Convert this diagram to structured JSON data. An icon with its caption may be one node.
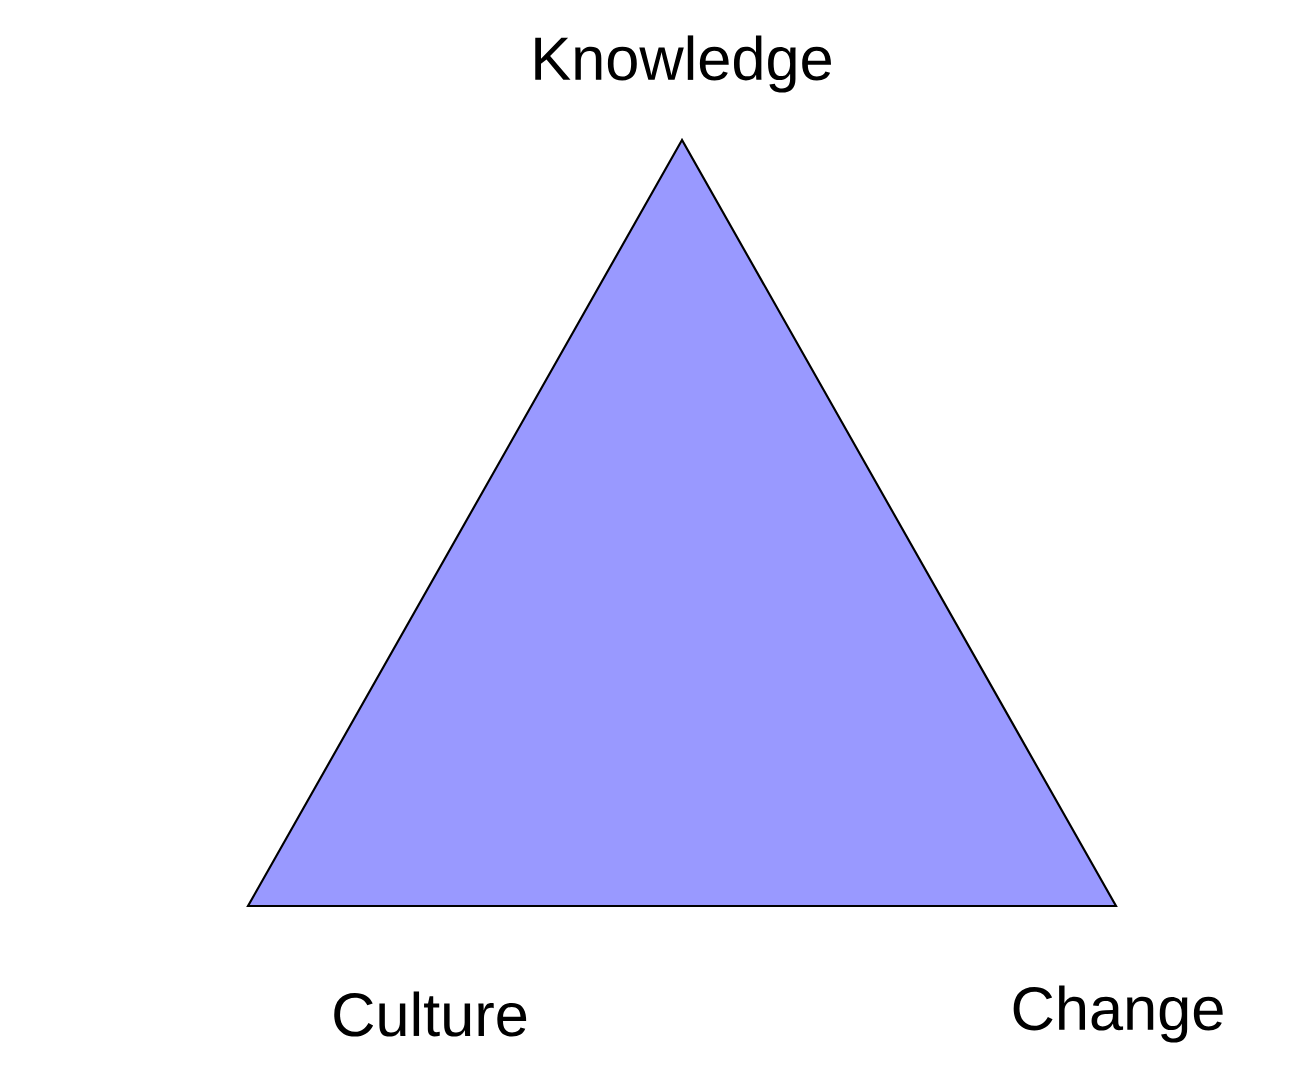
{
  "diagram": {
    "nodes": [
      {
        "text": [],
        "shape": "triangle",
        "beside": [
          "Knowledge",
          "Culture",
          "Change"
        ]
      }
    ]
  }
}
